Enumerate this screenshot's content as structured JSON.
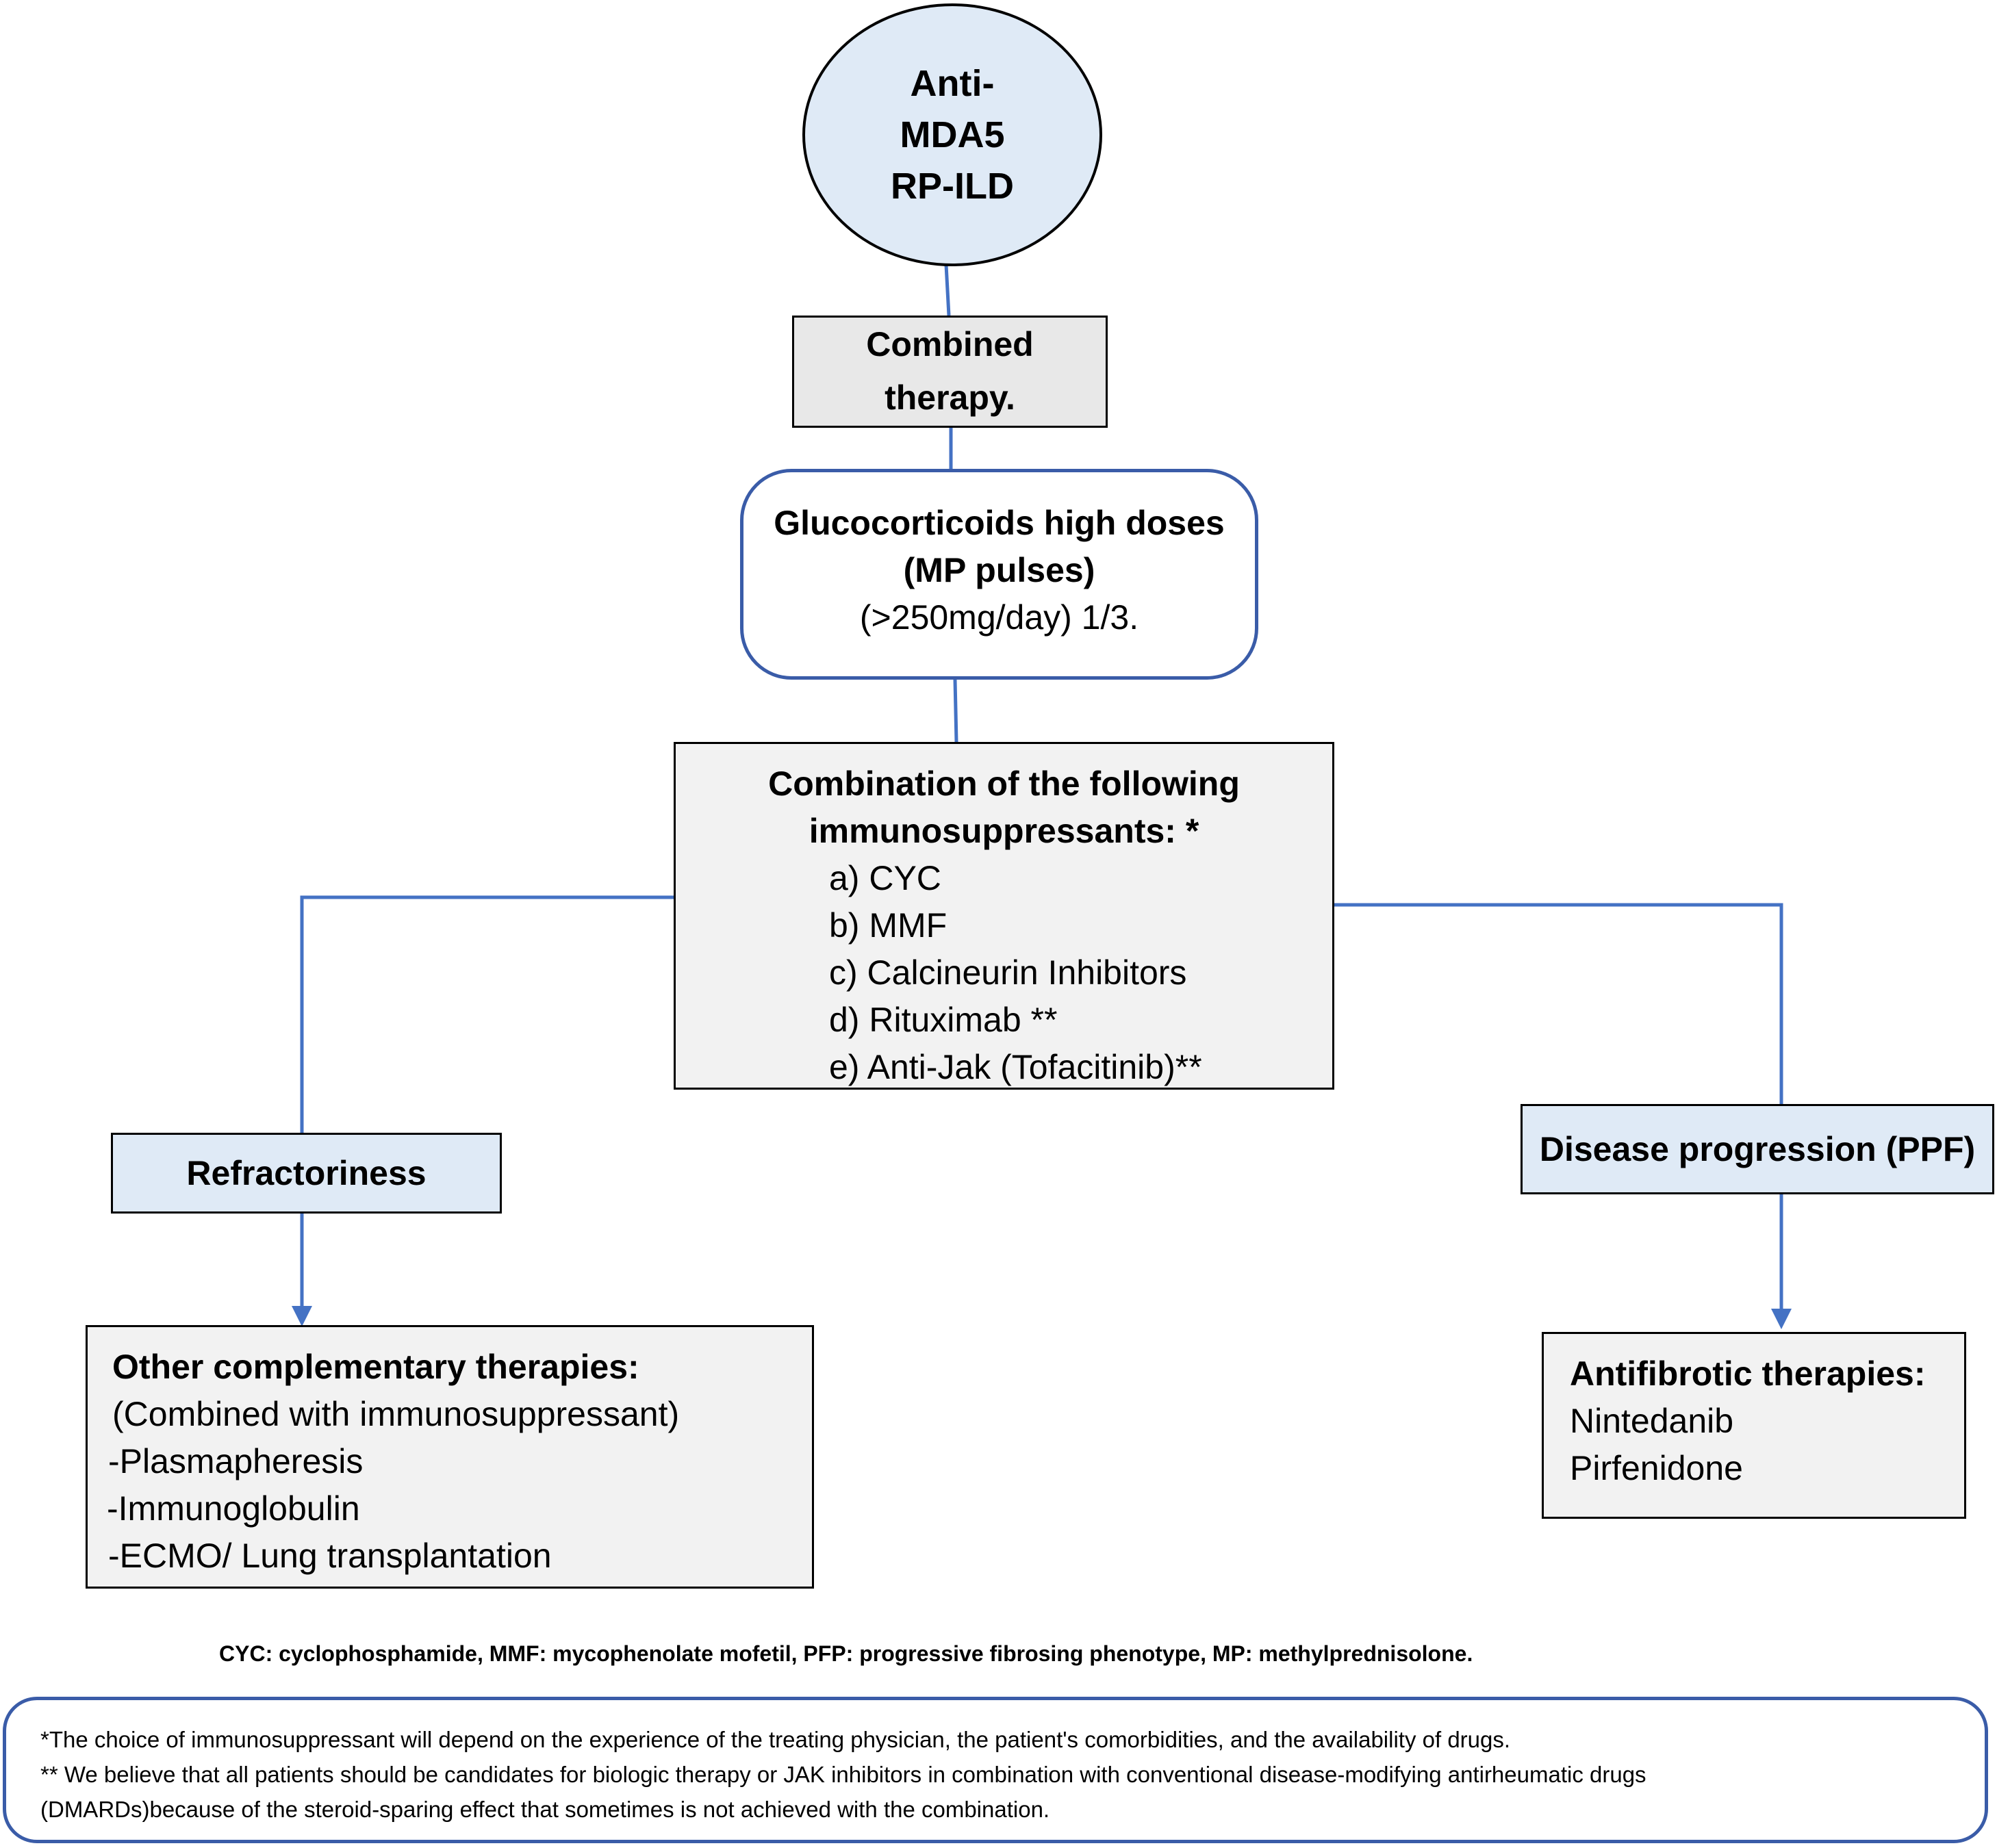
{
  "colors": {
    "connector": "#4472c4",
    "border_blue": "#3a5ca8",
    "light_blue_fill": "#dfeaf6",
    "grey_fill": "#e8e8e8",
    "light_grey_fill": "#f2f2f2"
  },
  "root": {
    "lines": [
      "Anti-",
      "MDA5",
      "RP-ILD"
    ]
  },
  "combined": {
    "lines": [
      "Combined",
      "therapy."
    ]
  },
  "glucocorticoids": {
    "line1": "Glucocorticoids high doses",
    "line2": "(MP pulses)",
    "line3": "(>250mg/day) 1/3."
  },
  "combination": {
    "title1": "Combination of the following",
    "title2": "immunosuppressants: *",
    "items": [
      "a) CYC",
      "b) MMF",
      "c) Calcineurin Inhibitors",
      "d) Rituximab **",
      "e) Anti-Jak (Tofacitinib)**"
    ]
  },
  "refractoriness": {
    "label": "Refractoriness"
  },
  "other": {
    "title": "Other complementary therapies:",
    "items": [
      "(Combined with immunosuppressant)",
      "-Plasmapheresis",
      "-Immunoglobulin",
      "-ECMO/ Lung transplantation"
    ]
  },
  "progression": {
    "label": "Disease progression (PPF)"
  },
  "antifibrotic": {
    "title": "Antifibrotic therapies:",
    "items": [
      "Nintedanib",
      "Pirfenidone"
    ]
  },
  "abbreviations": "CYC: cyclophosphamide, MMF: mycophenolate mofetil, PFP: progressive fibrosing phenotype, MP: methylprednisolone.",
  "footnotes": [
    "*The choice of immunosuppressant will depend on the experience of the treating physician, the patient's comorbidities, and the availability of drugs.",
    "** We believe that all patients should be candidates for biologic therapy or JAK inhibitors in combination with conventional disease-modifying antirheumatic drugs",
    "(DMARDs)because of the steroid-sparing effect that sometimes is not achieved with the combination."
  ]
}
